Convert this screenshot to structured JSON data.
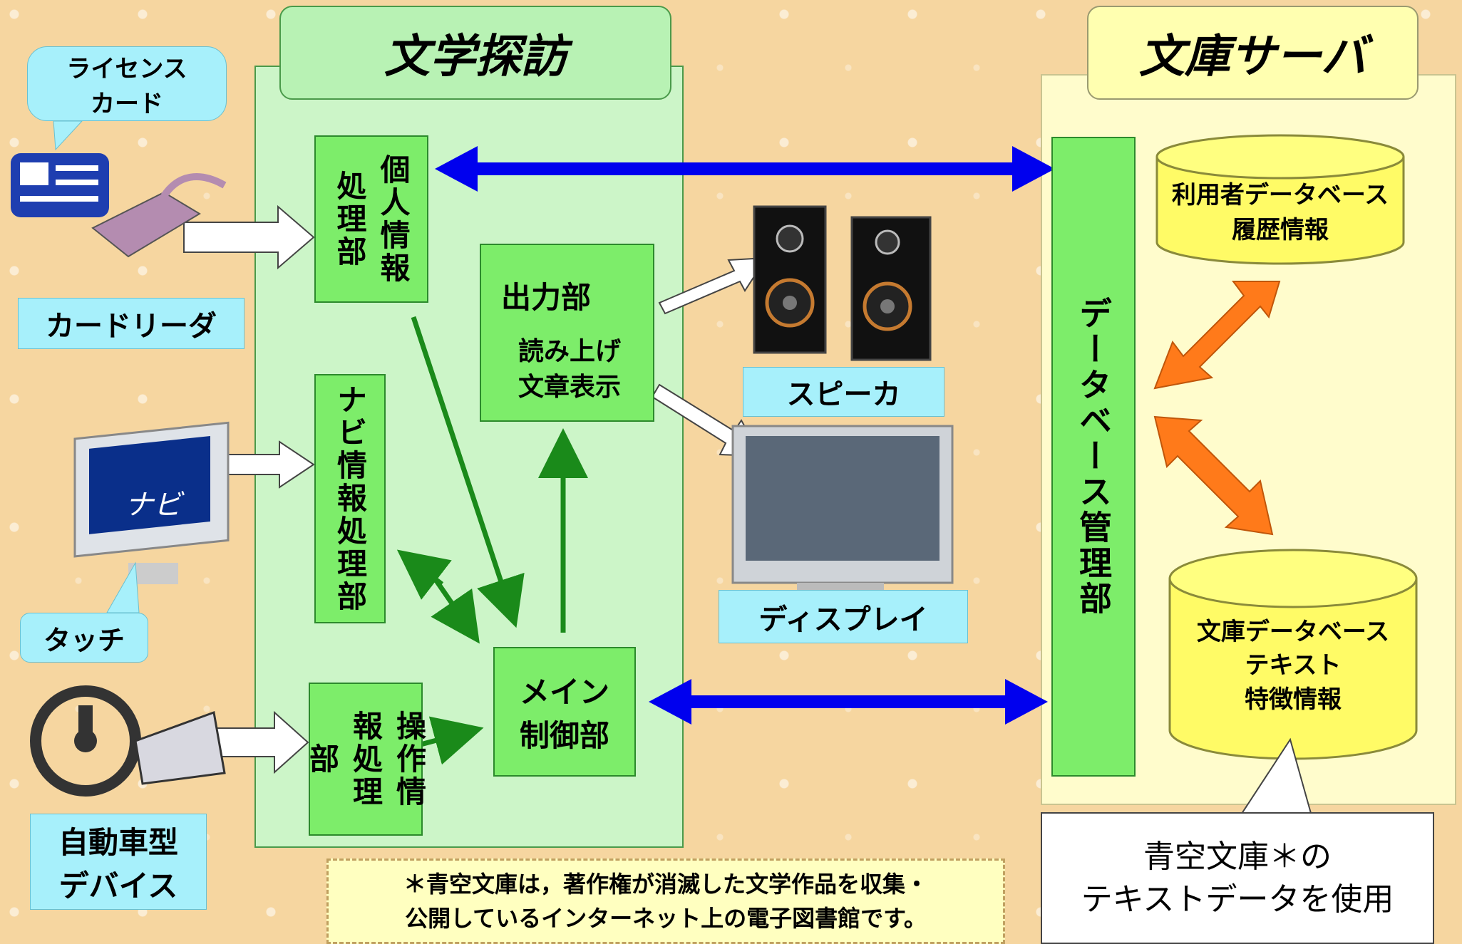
{
  "panels": {
    "bungaku_tanbou_title": "文学探訪",
    "bunko_server_title": "文庫サーバ"
  },
  "modules": {
    "personal_info": "個人情報処理部",
    "navi_info": "ナビ情報処理部",
    "operation_info": "操作情報処理部",
    "main_control_line1": "メイン",
    "main_control_line2": "制御部",
    "output_title": "出力部",
    "output_line1": "読み上げ",
    "output_line2": "文章表示",
    "db_manager": "データベース管理部"
  },
  "databases": {
    "user_db_line1": "利用者データベース",
    "user_db_line2": "履歴情報",
    "bunko_db_line1": "文庫データベース",
    "bunko_db_line2": "テキスト",
    "bunko_db_line3": "特徴情報"
  },
  "devices": {
    "license_card_line1": "ライセンス",
    "license_card_line2": "カード",
    "card_reader": "カードリーダ",
    "navi_screen": "ナビ",
    "touch": "タッチ",
    "car_device_line1": "自動車型",
    "car_device_line2": "デバイス",
    "speaker": "スピーカ",
    "display": "ディスプレイ"
  },
  "callouts": {
    "aozora_line1": "青空文庫＊の",
    "aozora_line2": "テキストデータを使用"
  },
  "footnote": {
    "line1": "＊青空文庫は，著作権が消滅した文学作品を収集・",
    "line2": "公開しているインターネット上の電子図書館です。"
  },
  "colors": {
    "blue_arrow": "#0000ee",
    "green_arrow": "#1a8a1a",
    "orange_arrow": "#ff7a1a"
  }
}
